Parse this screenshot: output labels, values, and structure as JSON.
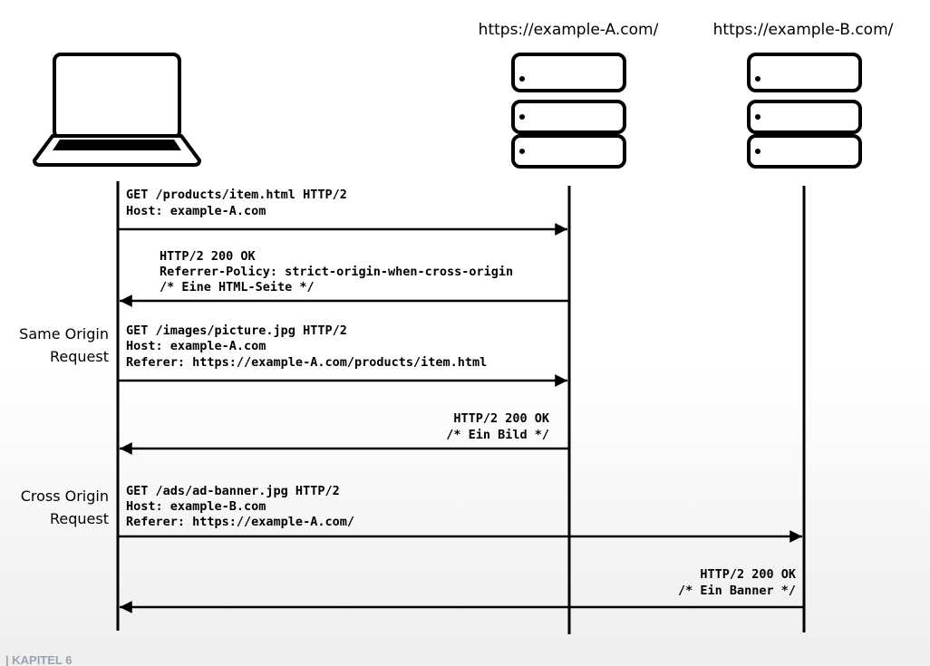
{
  "servers": {
    "a": {
      "label": "https://example-A.com/"
    },
    "b": {
      "label": "https://example-B.com/"
    }
  },
  "sections": {
    "same_origin": {
      "line1": "Same Origin",
      "line2": "Request"
    },
    "cross_origin": {
      "line1": "Cross Origin",
      "line2": "Request"
    }
  },
  "messages": {
    "m1": [
      "GET /products/item.html HTTP/2",
      "Host: example-A.com"
    ],
    "m2": [
      "HTTP/2 200 OK",
      "Referrer-Policy: strict-origin-when-cross-origin",
      "/* Eine HTML-Seite */"
    ],
    "m3": [
      "GET /images/picture.jpg HTTP/2",
      "Host: example-A.com",
      "Referer: https://example-A.com/products/item.html"
    ],
    "m4": [
      "HTTP/2 200 OK",
      "/* Ein Bild */"
    ],
    "m5": [
      "GET /ads/ad-banner.jpg HTTP/2",
      "Host: example-B.com",
      "Referer: https://example-A.com/"
    ],
    "m6": [
      "HTTP/2 200 OK",
      "/* Ein Banner */"
    ]
  },
  "footer": {
    "text": "| KAPITEL 6"
  }
}
